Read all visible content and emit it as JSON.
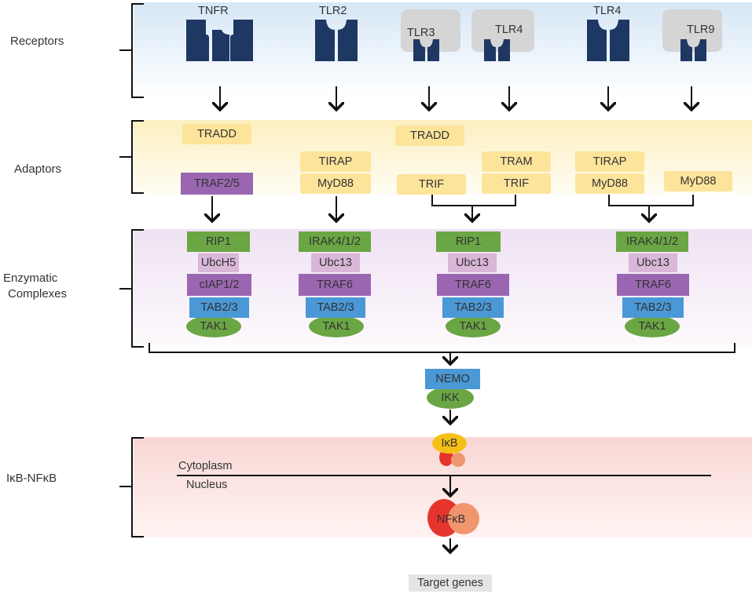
{
  "sections": {
    "receptors": "Receptors",
    "adaptors": "Adaptors",
    "enzymatic_line1": "Enzymatic",
    "enzymatic_line2": "Complexes",
    "ikb_nfkb": "IκB-NFκB"
  },
  "receptors": [
    "TNFR",
    "TLR2",
    "TLR3",
    "TLR4",
    "TLR4",
    "TLR9"
  ],
  "adaptors": {
    "tradd": "TRADD",
    "traf2_5": "TRAF2/5",
    "tirap": "TIRAP",
    "myd88": "MyD88",
    "trif": "TRIF",
    "tram": "TRAM"
  },
  "complexes": [
    [
      "RIP1",
      "UbcH5",
      "cIAP1/2",
      "TAB2/3",
      "TAK1"
    ],
    [
      "IRAK4/1/2",
      "Ubc13",
      "TRAF6",
      "TAB2/3",
      "TAK1"
    ],
    [
      "RIP1",
      "Ubc13",
      "TRAF6",
      "TAB2/3",
      "TAK1"
    ],
    [
      "IRAK4/1/2",
      "Ubc13",
      "TRAF6",
      "TAB2/3",
      "TAK1"
    ]
  ],
  "ikk": {
    "nemo": "NEMO",
    "ikk": "IKK"
  },
  "ikb": "IκB",
  "cytoplasm": "Cytoplasm",
  "nucleus": "Nucleus",
  "nfkb": "NFκB",
  "target_genes": "Target genes",
  "colors": {
    "receptor": "#1f3763",
    "decoy": "#d5d5d5",
    "adaptor": "#fde49b",
    "traf": "#9b66b1",
    "lilac": "#d8b7d8",
    "green": "#6aa644",
    "blue": "#4a98d6",
    "ikb": "#f5c016",
    "red": "#e5342c",
    "salmon": "#f0956d"
  }
}
